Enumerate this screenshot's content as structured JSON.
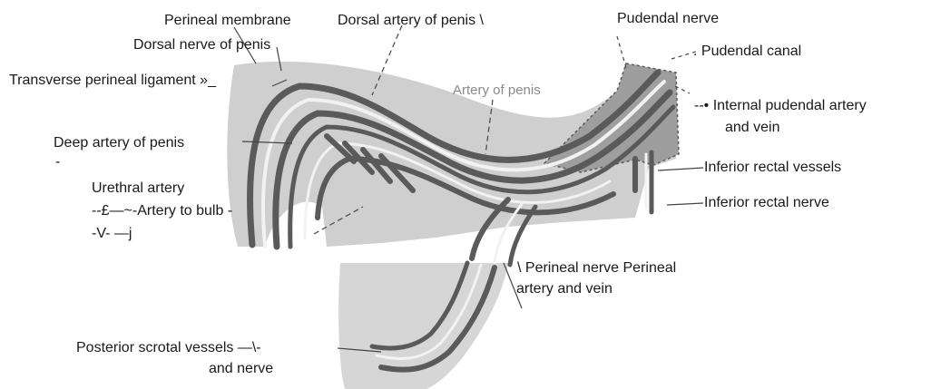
{
  "labels": {
    "perineal_membrane": "Perineal membrane",
    "dorsal_artery_of_penis": "Dorsal artery of penis \\",
    "dorsal_nerve_of_penis": "Dorsal nerve of penis",
    "transverse_perineal_ligament": "Transverse perineal ligament »_",
    "deep_artery_of_penis": "Deep artery of penis",
    "deep_artery_dash": "-",
    "urethral_artery": "Urethral artery",
    "artery_to_bulb": "--£—~-Artery to bulb -",
    "v_mark": "-V-  —j",
    "artery_of_penis": "Artery of penis",
    "pudendal_nerve": "Pudendal nerve",
    "pudendal_canal": ". Pudendal canal",
    "internal_pudendal_line1": "--• Internal pudendal artery",
    "internal_pudendal_line2": "and vein",
    "inferior_rectal_vessels": "Inferior rectal vessels",
    "inferior_rectal_nerve": "Inferior rectal nerve",
    "perineal_nerve_line1": "\\  Perineal nerve Perineal",
    "perineal_nerve_line2": "artery and vein",
    "posterior_scrotal_line1": "Posterior scrotal vessels —\\-",
    "posterior_scrotal_line2": "and nerve"
  },
  "colors": {
    "membrane_fill": "#cfcfcf",
    "canal_fill": "#9e9e9e",
    "vessel_dark": "#5a5a5a",
    "vessel_light": "#f2f2f2",
    "leader": "#444444"
  }
}
